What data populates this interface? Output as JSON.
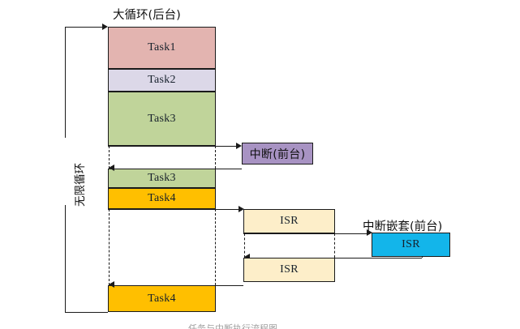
{
  "diagram": {
    "title_top": "大循环(后台)",
    "loop_label": "无限循环",
    "interrupt_label": "中断(前台)",
    "nested_interrupt_label": "中断嵌套(前台)",
    "bottom_caption": "任务与中断执行流程图",
    "colors": {
      "task1": "#e3b4b0",
      "task2": "#dcd8e8",
      "task3": "#c0d49a",
      "task4": "#ffbf00",
      "interrupt": "#a893c3",
      "isr": "#fdeec9",
      "isr_nested": "#13b5ea",
      "stroke": "#1a1a1a",
      "background": "#ffffff"
    },
    "background_column": {
      "blocks": [
        {
          "name": "task1",
          "label": "Task1",
          "color": "#e3b4b0"
        },
        {
          "name": "task2",
          "label": "Task2",
          "color": "#dcd8e8"
        },
        {
          "name": "task3",
          "label": "Task3",
          "color": "#c0d49a"
        },
        {
          "name": "task3-resumed",
          "label": "Task3",
          "color": "#c0d49a"
        },
        {
          "name": "task4",
          "label": "Task4",
          "color": "#ffbf00"
        },
        {
          "name": "task4-resumed",
          "label": "Task4",
          "color": "#ffbf00"
        }
      ]
    },
    "foreground": {
      "interrupt_box_label": "中断(前台)",
      "isr_first_label": "ISR",
      "isr_second_label": "ISR",
      "isr_nested_label": "ISR"
    }
  }
}
